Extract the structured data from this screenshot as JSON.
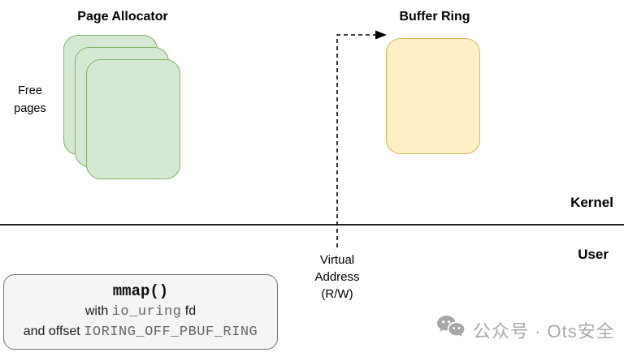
{
  "diagram": {
    "kernel_zone_label": "Kernel",
    "user_zone_label": "User",
    "page_allocator": {
      "title": "Page Allocator",
      "stack_label": "Free\npages"
    },
    "buffer_ring": {
      "title": "Buffer Ring"
    },
    "virtual_address_label": "Virtual\nAddress\n(R/W)",
    "mmap_box": {
      "line1": "mmap()",
      "line2_prefix": "with ",
      "line2_code": "io_uring",
      "line2_suffix": " fd",
      "line3_prefix": "and offset ",
      "line3_code": "IORING_OFF_PBUF_RING"
    }
  },
  "watermark": {
    "icon": "wechat-icon",
    "text": "公众号 · Ots安全"
  },
  "colors": {
    "page_fill": "#d5e8d4",
    "page_border": "#82b366",
    "buffer_fill": "#ffefc6",
    "buffer_border": "#d6b656",
    "mmap_fill": "#f5f5f5",
    "mmap_border": "#737373",
    "code_gray": "#666666",
    "watermark_gray": "#a9a9a9",
    "line_color": "#000000"
  }
}
